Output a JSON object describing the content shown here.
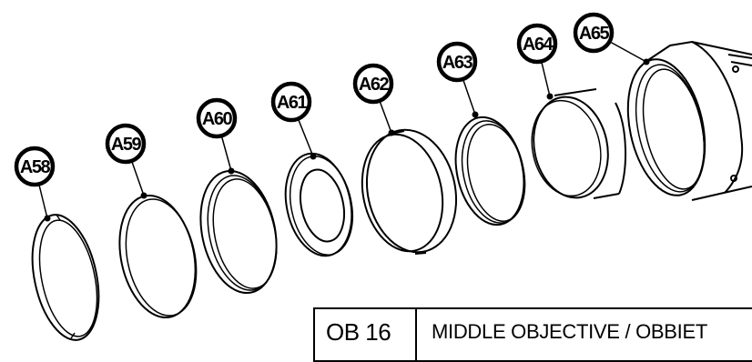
{
  "diagram": {
    "callouts": [
      "A58",
      "A59",
      "A60",
      "A61",
      "A62",
      "A63",
      "A64",
      "A65"
    ]
  },
  "title_block": {
    "code": "OB 16",
    "description": "MIDDLE OBJECTIVE / OBBIET"
  }
}
